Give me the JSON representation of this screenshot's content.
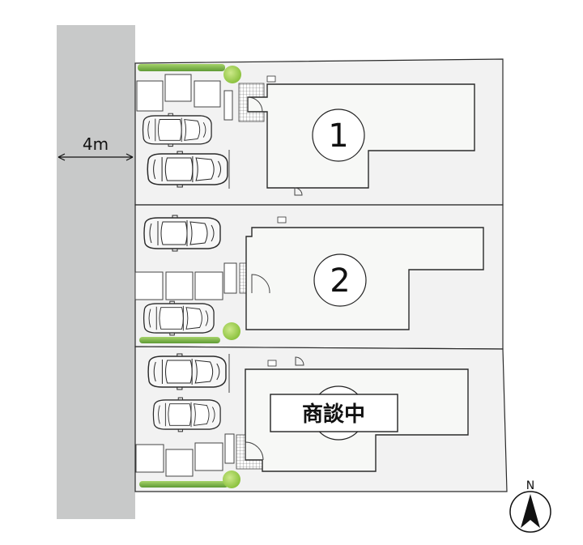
{
  "road": {
    "width_label": "4m"
  },
  "lots": [
    {
      "number": "1",
      "status": ""
    },
    {
      "number": "2",
      "status": ""
    },
    {
      "number": "",
      "status": "商談中"
    }
  ],
  "compass": {
    "north_label": "N"
  },
  "colors": {
    "road": "#c8c9c9",
    "lot_fill": "#f2f2f2",
    "hedge": "#7fb24a",
    "tree": "#a5d15a"
  }
}
